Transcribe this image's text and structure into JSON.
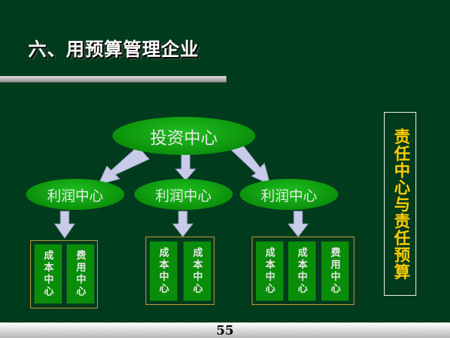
{
  "title": "六、用预算管理企业",
  "root": "投资中心",
  "profit_centers": [
    "利润中心",
    "利润中心",
    "利润中心"
  ],
  "groups": [
    [
      "成本中心",
      "费用中心"
    ],
    [
      "成本中心",
      "成本中心"
    ],
    [
      "成本中心",
      "成本中心",
      "费用中心"
    ]
  ],
  "side_label": "责任中心与责任预算",
  "page_number": "55",
  "colors": {
    "background": "#003b1d",
    "node_green": "#0a8e0a",
    "arrow": "#c8cce8",
    "side_text": "#ffcc00",
    "group_border": "#c8a040"
  }
}
